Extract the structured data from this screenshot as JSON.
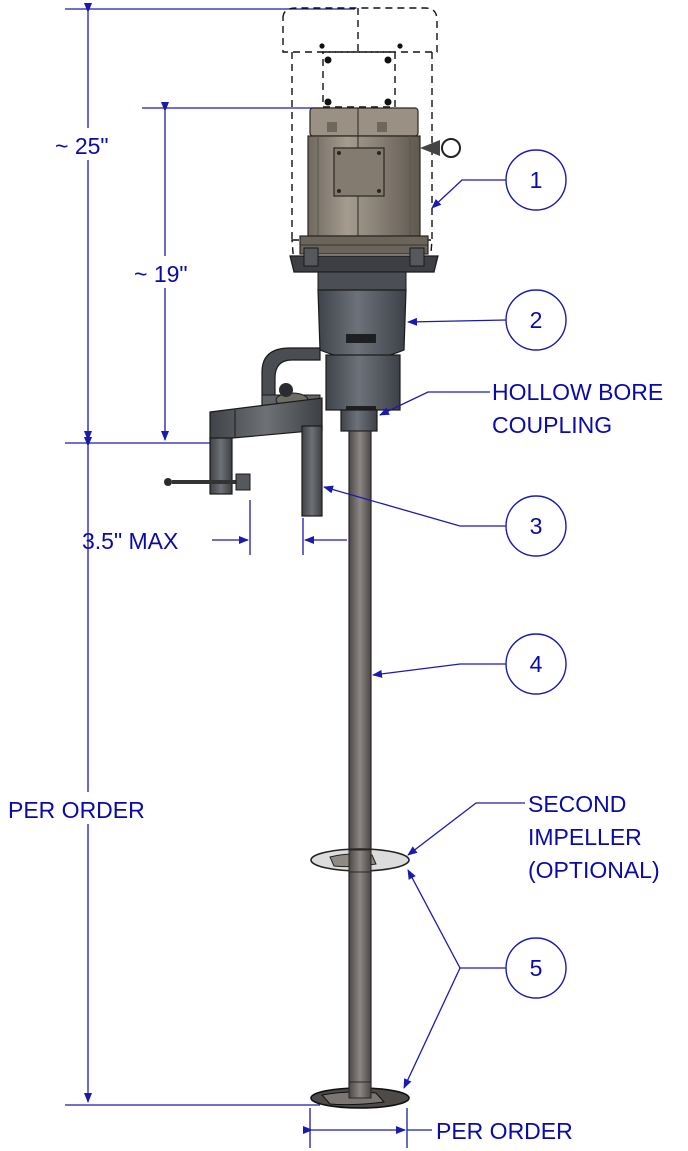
{
  "dimensions": {
    "overall_height": "~ 25\"",
    "motor_height": "~ 19\"",
    "clamp_max": "3.5\" MAX",
    "shaft_length": "PER ORDER",
    "impeller_diameter": "PER ORDER"
  },
  "callouts": {
    "coupling_line1": "HOLLOW BORE",
    "coupling_line2": "COUPLING",
    "second_impeller_line1": "SECOND",
    "second_impeller_line2": "IMPELLER",
    "second_impeller_line3": "(OPTIONAL)"
  },
  "balloons": [
    "1",
    "2",
    "3",
    "4",
    "5"
  ],
  "colors": {
    "annotation": "#1a1ab0",
    "motor_body": "#8a8278",
    "gearbox": "#5a5e66",
    "shaft": "#6e6a68",
    "clamp": "#55585c"
  }
}
